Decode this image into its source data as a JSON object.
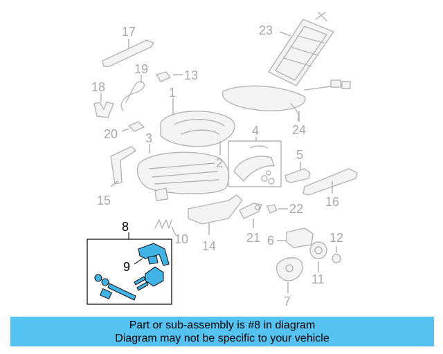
{
  "callouts": {
    "c1": "1",
    "c2": "2",
    "c3": "3",
    "c4": "4",
    "c5": "5",
    "c6": "6",
    "c7": "7",
    "c8": "8",
    "c9": "9",
    "c10": "10",
    "c11": "11",
    "c12": "12",
    "c13": "13",
    "c14": "14",
    "c15": "15",
    "c16": "16",
    "c17": "17",
    "c18": "18",
    "c19": "19",
    "c20": "20",
    "c21": "21",
    "c22": "22",
    "c23": "23",
    "c24": "24"
  },
  "highlighted_part": "8",
  "colors": {
    "highlight": "#3fb2e6",
    "banner": "#55c3f1",
    "callout": "#a8a8a8"
  },
  "banner": {
    "line1": "Part or sub-assembly is #8 in diagram",
    "line2": "Diagram may not be specific to your vehicle"
  }
}
